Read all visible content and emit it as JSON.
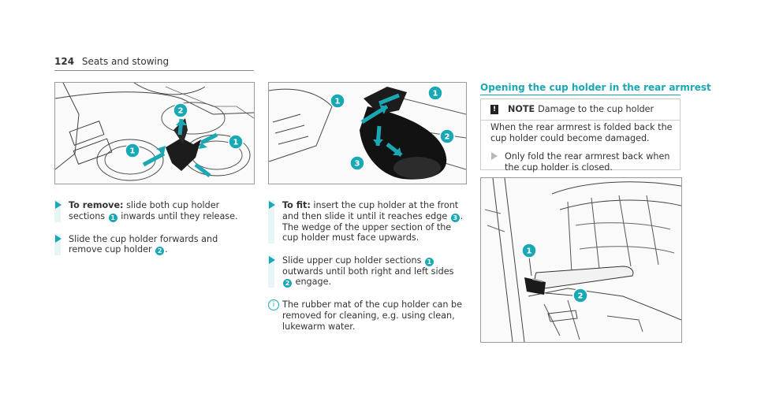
{
  "header": {
    "page_number": "124",
    "section": "Seats and stowing"
  },
  "left_column": {
    "steps": [
      {
        "bold": "To remove:",
        "text_a": " slide both cup holder sections ",
        "n1": "1",
        "text_b": " inwards until they release."
      },
      {
        "text_a": "Slide the cup holder forwards and remove cup holder ",
        "n1": "2",
        "text_b": "."
      }
    ],
    "figure_callouts": [
      "1",
      "2",
      "1"
    ]
  },
  "middle_column": {
    "steps": [
      {
        "bold": "To fit:",
        "text_a": " insert the cup holder at the front and then slide it until it reaches edge ",
        "n1": "3",
        "text_b": ".",
        "text_c": "The wedge of the upper section of the cup holder must face upwards."
      },
      {
        "text_a": "Slide upper cup holder sections ",
        "n1": "1",
        "text_b": " outwards until both right and left sides ",
        "n2": "2",
        "text_c": " engage."
      }
    ],
    "info": "The rubber mat of the cup holder can be removed for cleaning, e.g. using clean, lukewarm water.",
    "figure_callouts": [
      "1",
      "1",
      "2",
      "3"
    ]
  },
  "right_column": {
    "title": "Opening the cup holder in the rear armrest",
    "note": {
      "badge": "!",
      "label": "NOTE",
      "title": "Damage to the cup holder",
      "body": "When the rear armrest is folded back the cup holder could become damaged.",
      "step": "Only fold the rear armrest back when the cup holder is closed."
    },
    "figure_callouts": [
      "1",
      "2"
    ]
  },
  "colors": {
    "accent": "#1aa8b4",
    "arrow_light": "#b9b9b9",
    "text": "#333333"
  }
}
